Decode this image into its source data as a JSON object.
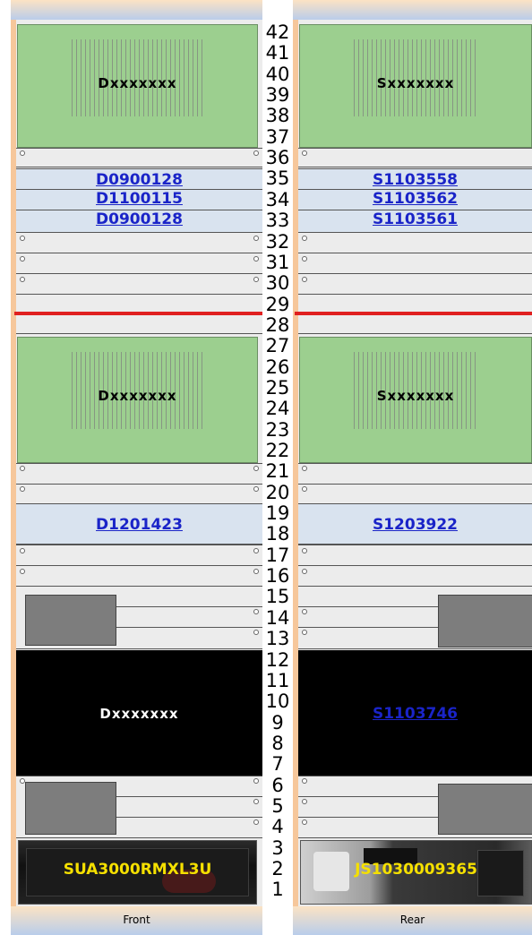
{
  "front": {
    "footer_label": "Front",
    "top_server_label": "Dxxxxxxx",
    "links_top": [
      "D0900128",
      "D1100115",
      "D0900128"
    ],
    "mid_server_label": "Dxxxxxxx",
    "link_mid": "D1201423",
    "black_server_label": "Dxxxxxxx",
    "ups_label": "SUA3000RMXL3U"
  },
  "rear": {
    "footer_label": "Rear",
    "top_server_label": "Sxxxxxxx",
    "links_top": [
      "S1103558",
      "S1103562",
      "S1103561"
    ],
    "mid_server_label": "Sxxxxxxx",
    "link_mid": "S1203922",
    "black_server_link": "S1103746",
    "ups_label": "JS1030009365"
  },
  "unit_numbers": [
    "42",
    "41",
    "40",
    "39",
    "38",
    "37",
    "36",
    "35",
    "34",
    "33",
    "32",
    "31",
    "30",
    "29",
    "28",
    "27",
    "26",
    "25",
    "24",
    "23",
    "22",
    "21",
    "20",
    "19",
    "18",
    "17",
    "16",
    "15",
    "14",
    "13",
    "12",
    "11",
    "10",
    "9",
    "8",
    "7",
    "6",
    "5",
    "4",
    "3",
    "2",
    "1"
  ],
  "colors": {
    "server_green": "#9ccf8f",
    "link_blue": "#1a24c8",
    "separator_red": "#e02020",
    "ups_text": "#f5e000"
  }
}
